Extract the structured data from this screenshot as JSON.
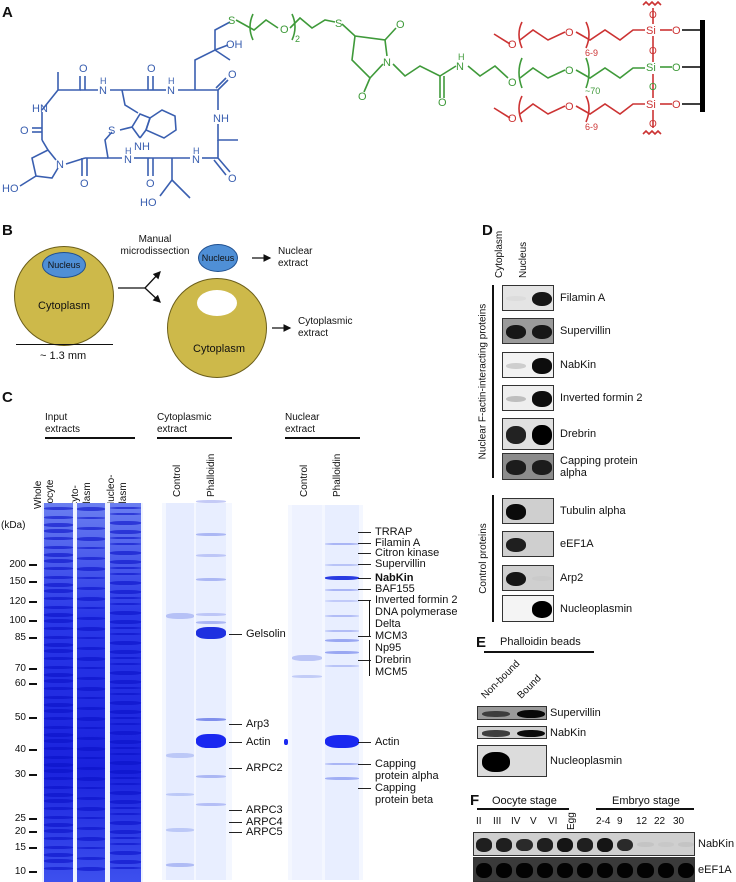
{
  "panel_labels": {
    "a": "A",
    "b": "B",
    "c": "C",
    "d": "D",
    "e": "E",
    "f": "F"
  },
  "panel_a": {
    "colors": {
      "peptide": "#3a5fb0",
      "linker": "#3f9a3a",
      "surface": "#cc3333",
      "bead": "#000000"
    },
    "atoms": [
      "O",
      "H",
      "N",
      "O",
      "H",
      "N",
      "O",
      "HN",
      "O",
      "NH",
      "S",
      "NH",
      "N",
      "H",
      "N",
      "H",
      "N",
      "O",
      "O",
      "O",
      "HO",
      "HO",
      "OH",
      "S",
      "O",
      "2",
      "S",
      "O",
      "N",
      "O",
      "H",
      "N",
      "O",
      "O",
      "O",
      "~70",
      "O",
      "O",
      "6-9",
      "Si",
      "O",
      "O",
      "O",
      "Si",
      "O",
      "O",
      "Si",
      "O",
      "O",
      "O",
      "O",
      "6-9"
    ]
  },
  "panel_b": {
    "cytoplasm_label": "Cytoplasm",
    "nucleus_label": "Nucleus",
    "scale_bar": "~ 1.3 mm",
    "step_label": [
      "Manual",
      "microdissection"
    ],
    "nuclear_extract": [
      "Nuclear",
      "extract"
    ],
    "cytoplasmic_extract": [
      "Cytoplasmic",
      "extract"
    ],
    "colors": {
      "cytoplasm": "#cdb94a",
      "nucleus": "#4f8fd6"
    }
  },
  "panel_c": {
    "groups": [
      [
        "Input",
        "extracts"
      ],
      [
        "Cytoplasmic",
        "extract"
      ],
      [
        "Nuclear",
        "extract"
      ]
    ],
    "lanes": {
      "whole": [
        "Whole",
        "oocyte"
      ],
      "cyto": [
        "Cyto-",
        "plasm"
      ],
      "nucleo": [
        "Nucleo-",
        "plasm"
      ],
      "control": "Control",
      "phalloidin": "Phalloidin"
    },
    "unit": "(kDa)",
    "markers": [
      "200",
      "150",
      "120",
      "100",
      "85",
      "70",
      "60",
      "50",
      "40",
      "30",
      "25",
      "20",
      "15",
      "10"
    ],
    "cyto_bands": [
      "Gelsolin",
      "Arp3",
      "Actin",
      "ARPC2",
      "ARPC3",
      "ARPC4",
      "ARPC5"
    ],
    "nuclear_bands": [
      "TRRAP",
      "Filamin A",
      "Citron kinase",
      "Supervillin",
      "NabKin",
      "BAF155",
      "Inverted formin 2",
      "DNA polymerase",
      "Delta",
      "MCM3",
      "Np95",
      "Drebrin",
      "MCM5",
      "Actin",
      "Capping",
      "protein alpha",
      "Capping",
      "protein beta"
    ]
  },
  "panel_d": {
    "columns": [
      "Cytoplasm",
      "Nucleus"
    ],
    "group_1": "Nuclear F-actin-interacting proteins",
    "group_2": "Control proteins",
    "rows": [
      {
        "name": "Filamin A",
        "intensity": [
          0.03,
          0.9
        ],
        "bg": "#e4e4e4"
      },
      {
        "name": "Supervillin",
        "intensity": [
          0.85,
          0.85
        ],
        "bg": "#9a9a9a"
      },
      {
        "name": "NabKin",
        "intensity": [
          0.15,
          0.95
        ],
        "bg": "#f2f2f2"
      },
      {
        "name": "Inverted formin 2",
        "intensity": [
          0.2,
          0.95
        ],
        "bg": "#eeeeee"
      },
      {
        "name": "Drebrin",
        "intensity": [
          0.85,
          1.0
        ],
        "bg": "#e0e0e0"
      },
      {
        "name": "Capping protein",
        "name2": "alpha",
        "intensity": [
          0.8,
          0.8
        ],
        "bg": "#8c8c8c"
      },
      {
        "name": "Tubulin alpha",
        "intensity": [
          0.95,
          0.0
        ],
        "bg": "#cfcfcf"
      },
      {
        "name": "eEF1A",
        "intensity": [
          0.85,
          0.0
        ],
        "bg": "#cfcfcf"
      },
      {
        "name": "Arp2",
        "intensity": [
          0.9,
          0.02
        ],
        "bg": "#cfcfcf"
      },
      {
        "name": "Nucleoplasmin",
        "intensity": [
          0.0,
          1.0
        ],
        "bg": "#f4f4f4"
      }
    ]
  },
  "panel_e": {
    "title": "Phalloidin beads",
    "columns": [
      "Non-bound",
      "Bound"
    ],
    "rows": [
      {
        "name": "Supervillin",
        "intensity": [
          0.6,
          0.95
        ],
        "bg": "#9a9a9a"
      },
      {
        "name": "NabKin",
        "intensity": [
          0.7,
          0.95
        ],
        "bg": "#d0d0d0"
      },
      {
        "name": "Nucleoplasmin",
        "intensity": [
          1.0,
          0.0
        ],
        "bg": "#dcdcdc"
      }
    ]
  },
  "panel_f": {
    "oocyte_stage": "Oocyte stage",
    "embryo_stage": "Embryo stage",
    "lanes": [
      "II",
      "III",
      "IV",
      "V",
      "VI",
      "Egg",
      "2-4",
      "9",
      "12",
      "22",
      "30"
    ],
    "rows": [
      {
        "name": "NabKin",
        "intensity": [
          0.85,
          0.85,
          0.8,
          0.85,
          0.9,
          0.85,
          0.9,
          0.8,
          0.05,
          0.03,
          0.05
        ],
        "bg": "#cfcfcf"
      },
      {
        "name": "eEF1A",
        "intensity": [
          0.95,
          0.95,
          0.95,
          0.95,
          0.95,
          0.95,
          0.95,
          0.95,
          0.95,
          0.95,
          0.95
        ],
        "bg": "#3a3a3a"
      }
    ]
  }
}
